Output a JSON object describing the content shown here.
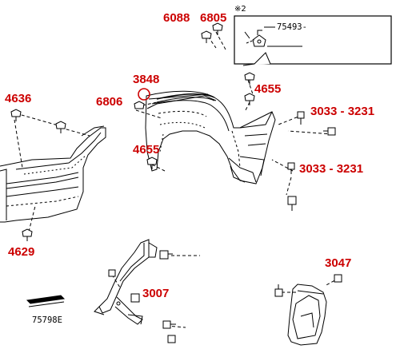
{
  "colors": {
    "callout": "#cc0000",
    "line": "#000000",
    "background": "#ffffff"
  },
  "callouts": {
    "c6088": "6088",
    "c6805": "6805",
    "c3848": "3848",
    "c6806": "6806",
    "c4636": "4636",
    "c4655_top": "4655",
    "c4655_mid": "4655",
    "c3033_a": "3033 - 3231",
    "c3033_b": "3033 - 3231",
    "c4629": "4629",
    "c3007": "3007",
    "c3047": "3047"
  },
  "parts": {
    "p75493": "75493-",
    "p75798e": "75798E"
  },
  "notes": {
    "note2": "※2"
  },
  "icons": [
    "clip-icon",
    "bolt-icon",
    "circle-highlight-icon"
  ]
}
